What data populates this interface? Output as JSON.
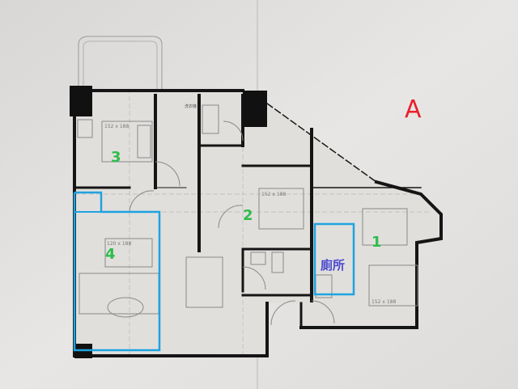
{
  "unit_label": "A",
  "rooms": [
    {
      "number": "1",
      "bed_size": "152 x 188"
    },
    {
      "number": "2",
      "bed_size": "152 x 188"
    },
    {
      "number": "3",
      "bed_size": "152 x 188"
    },
    {
      "number": "4",
      "bed_size": "120 x 188"
    }
  ],
  "toilet_label": "廁所",
  "laundry_label": "洗衣機",
  "colors": {
    "unit_label": "#e8202a",
    "room_numbers": "#2ebd4a",
    "highlight": "#1fa3e0",
    "toilet_text": "#4a4ad0",
    "wall": "#151515",
    "paper": "#e4e2e0"
  }
}
